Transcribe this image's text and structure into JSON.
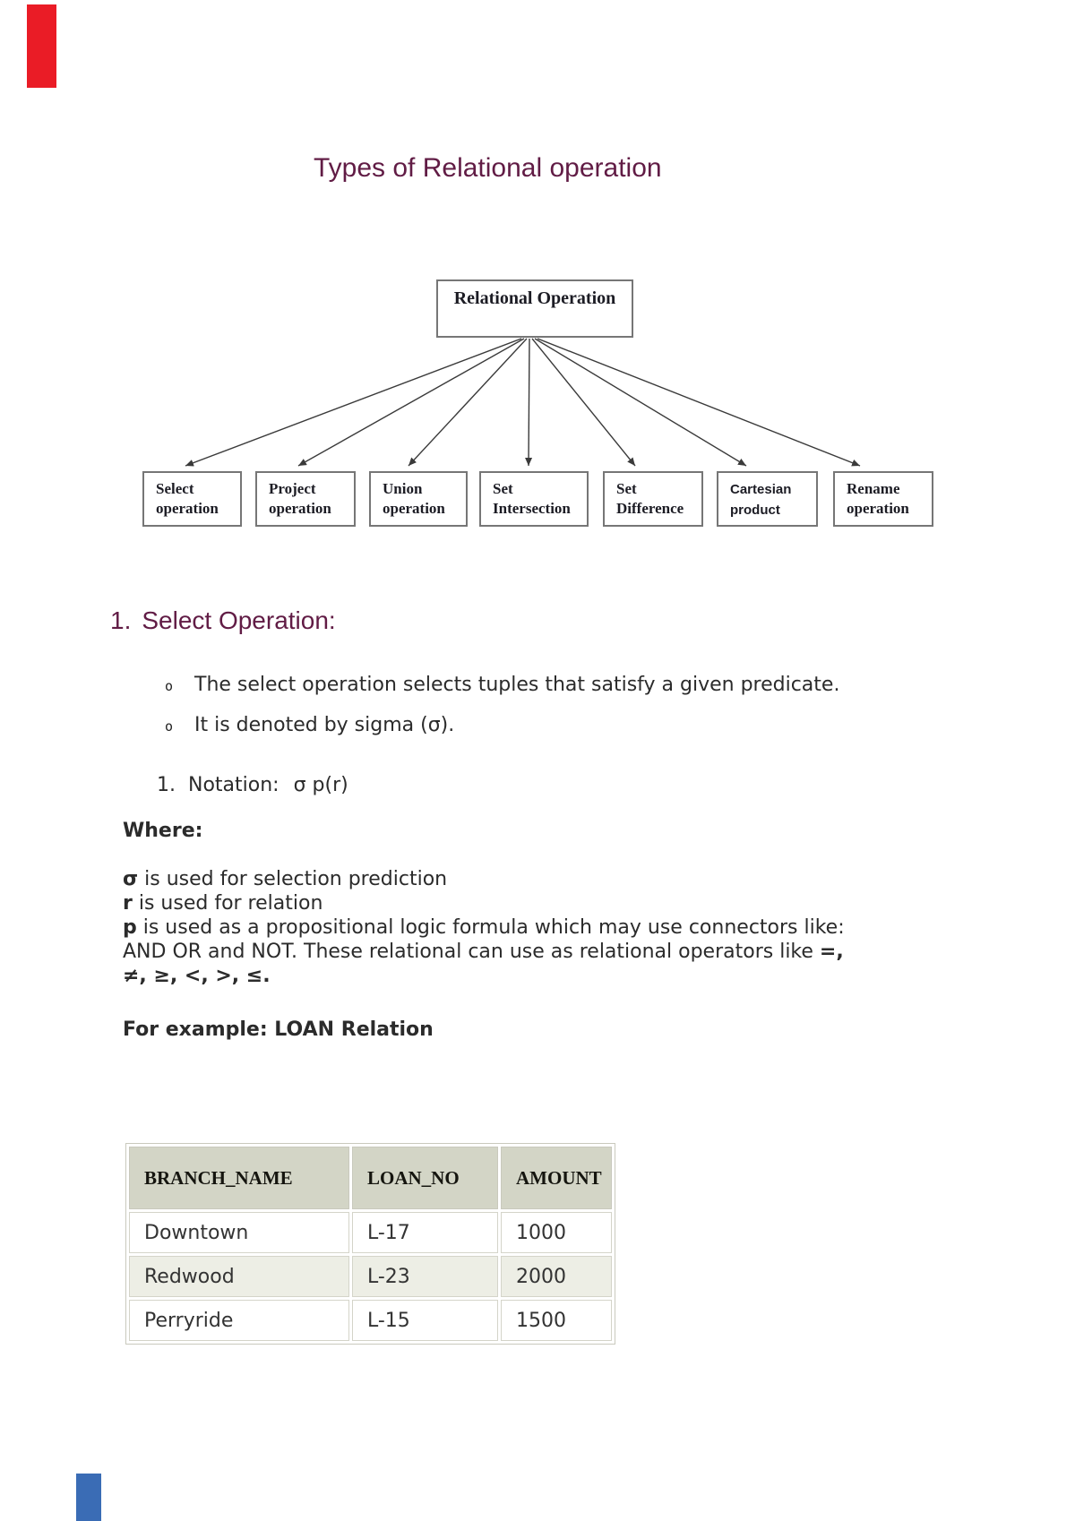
{
  "page": {
    "title": "Types of Relational operation"
  },
  "marks": {
    "top_left_color": "#ea1c26",
    "bottom_left_color": "#3a6cb5"
  },
  "diagram": {
    "root": "Relational Operation",
    "children": [
      {
        "line1": "Select",
        "line2": "operation"
      },
      {
        "line1": "Project",
        "line2": "operation"
      },
      {
        "line1": "Union",
        "line2": "operation"
      },
      {
        "line1": "Set",
        "line2": "Intersection"
      },
      {
        "line1": "Set",
        "line2": "Difference"
      },
      {
        "line1": "Cartesian",
        "line2": "product"
      },
      {
        "line1": "Rename",
        "line2": "operation"
      }
    ]
  },
  "section": {
    "heading_number": "1.",
    "heading_text": "Select Operation:",
    "bullet_marker": "o",
    "bullets": [
      "The select operation selects tuples that satisfy a given predicate.",
      "It is denoted by sigma (σ)."
    ],
    "notation_number": "1.",
    "notation_label": "Notation:",
    "notation_formula": "σ p(r)",
    "where_label": "Where:",
    "where_lines": [
      {
        "bold": "σ",
        "text": " is used for selection prediction"
      },
      {
        "bold": "r",
        "text": " is used for relation"
      },
      {
        "bold": "p",
        "text": " is used as a propositional logic formula which may use connectors like:"
      }
    ],
    "where_line4_text": "AND OR and NOT. These relational can use as relational operators like ",
    "where_line4_bold": "=,",
    "where_line5_bold": "≠, ≥, <, >, ≤.",
    "example_label": "For example: LOAN Relation"
  },
  "table": {
    "headers": [
      "BRANCH_NAME",
      "LOAN_NO",
      "AMOUNT"
    ],
    "rows": [
      [
        "Downtown",
        "L-17",
        "1000"
      ],
      [
        "Redwood",
        "L-23",
        "2000"
      ],
      [
        "Perryride",
        "L-15",
        "1500"
      ]
    ]
  },
  "colors": {
    "heading": "#611c45",
    "th-bg": "#d3d5c6",
    "row-alt": "#edeee5",
    "red-mark": "#ea1c26",
    "blue-mark": "#3a6cb5"
  }
}
